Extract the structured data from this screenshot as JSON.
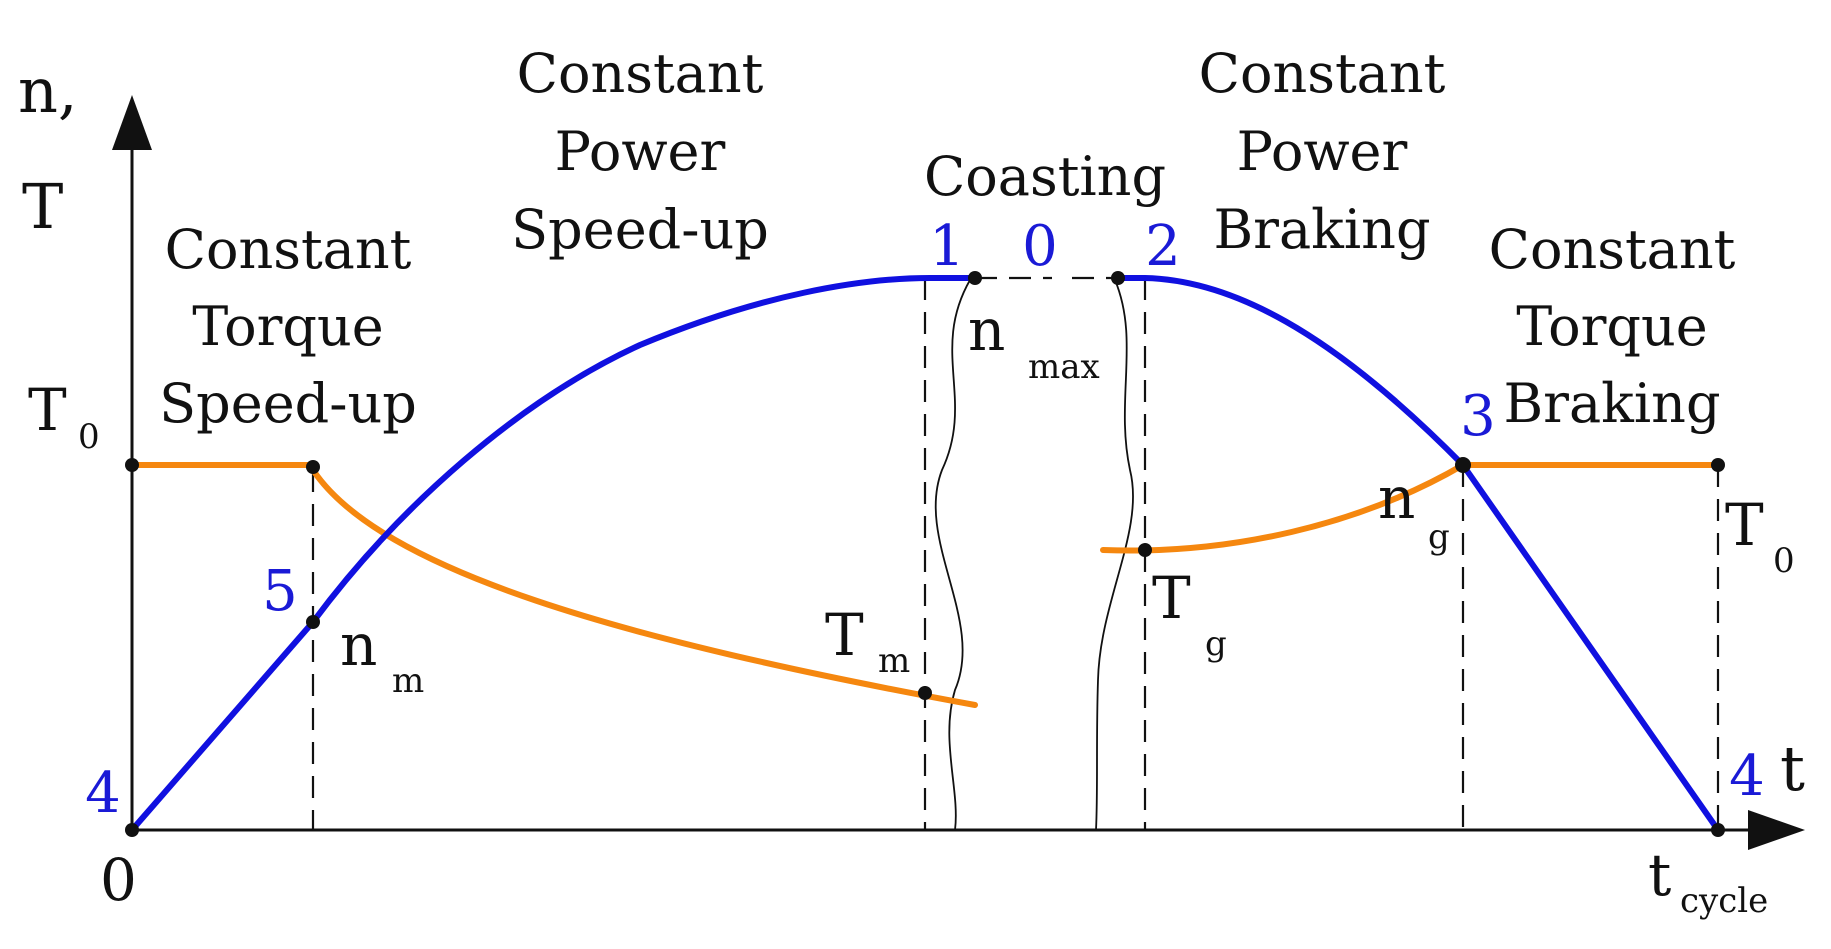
{
  "axes": {
    "y_label_line1": "n,",
    "y_label_line2": "T",
    "x_label": "t",
    "origin": "0",
    "t_cycle_main": "t",
    "t_cycle_sub": "cycle"
  },
  "phases": {
    "ct_speedup": [
      "Constant",
      "Torque",
      "Speed-up"
    ],
    "cp_speedup": [
      "Constant",
      "Power",
      "Speed-up"
    ],
    "coasting": [
      "Coasting"
    ],
    "cp_braking": [
      "Constant",
      "Power",
      "Braking"
    ],
    "ct_braking": [
      "Constant",
      "Torque",
      "Braking"
    ]
  },
  "points": {
    "p1": "1",
    "p0": "0",
    "p2": "2",
    "p3": "3",
    "p4_left": "4",
    "p4_right": "4",
    "p5": "5"
  },
  "symbols": {
    "T0_left": {
      "main": "T",
      "sub": "0"
    },
    "T0_right": {
      "main": "T",
      "sub": "0"
    },
    "n_max": {
      "main": "n",
      "sub": "max"
    },
    "n_m": {
      "main": "n",
      "sub": "m"
    },
    "n_g": {
      "main": "n",
      "sub": "g"
    },
    "T_m": {
      "main": "T",
      "sub": "m"
    },
    "T_g": {
      "main": "T",
      "sub": "g"
    }
  },
  "colors": {
    "speed_curve": "#1010e0",
    "torque_curve": "#f5870f",
    "point_label": "#1a1ad6",
    "ink": "#111111"
  }
}
